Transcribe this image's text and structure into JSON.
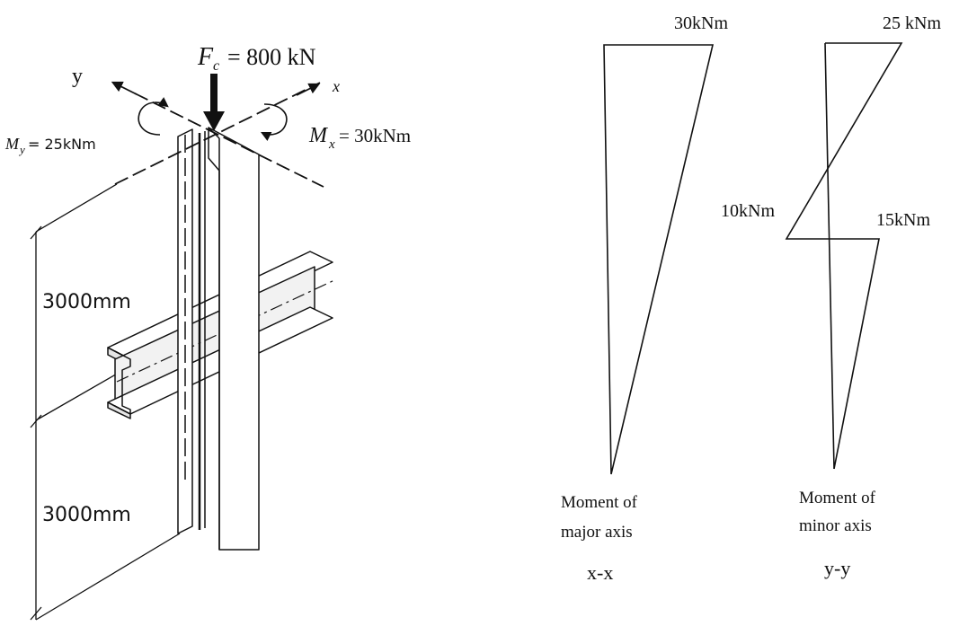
{
  "column_figure": {
    "axis_y_label": "y",
    "axis_x_label": "x",
    "force_symbol": "F",
    "force_subscript": "c",
    "force_value": "= 800 kN",
    "moment_y_symbol": "M",
    "moment_y_subscript": "y",
    "moment_y_value": "= 25kNm",
    "moment_x_symbol": "M",
    "moment_x_subscript": "x",
    "moment_x_value": "=  30kNm",
    "upper_length": "3000mm",
    "lower_length": "3000mm"
  },
  "major_axis_diagram": {
    "top_moment": "30kNm",
    "caption_line1": "Moment of",
    "caption_line2": "major axis",
    "axis_label": "x-x"
  },
  "minor_axis_diagram": {
    "top_moment": "25 kNm",
    "left_moment": "10kNm",
    "right_moment": "15kNm",
    "caption_line1": "Moment of",
    "caption_line2": "minor axis",
    "axis_label": "y-y"
  }
}
